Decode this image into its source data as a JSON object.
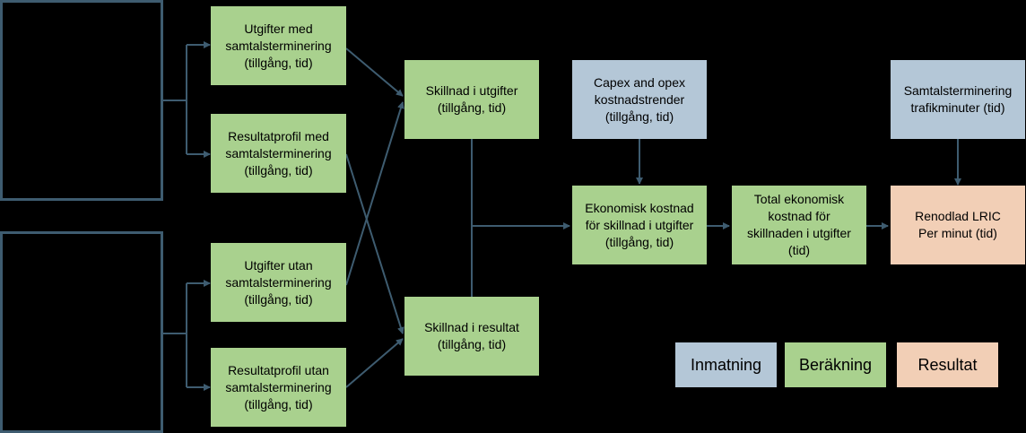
{
  "nodes": {
    "cost_with": "Utgifter med\nsamtalsterminering\n(tillgång, tid)",
    "profile_with": "Resultatprofil med\nsamtalsterminering\n(tillgång, tid)",
    "cost_without": "Utgifter utan\nsamtalsterminering\n(tillgång, tid)",
    "profile_without": "Resultatprofil utan\nsamtalsterminering\n(tillgång, tid)",
    "diff_cost": "Skillnad i utgifter\n(tillgång, tid)",
    "diff_result": "Skillnad i resultat\n(tillgång, tid)",
    "capex_opex": "Capex and opex\nkostnadstrender\n(tillgång, tid)",
    "econ_cost": "Ekonomisk kostnad\nför skillnad i utgifter\n(tillgång, tid)",
    "total_econ": "Total ekonomisk\nkostnad för\nskillnaden i utgifter\n(tid)",
    "traffic": "Samtalsterminering\ntrafikminuter (tid)",
    "lric": "Renodlad LRIC\nPer minut (tid)"
  },
  "legend": {
    "input": "Inmatning",
    "calc": "Beräkning",
    "result": "Resultat"
  },
  "colors": {
    "background": "#000000",
    "calculation": "#a9d18e",
    "input": "#b4c7d7",
    "result": "#f2cfb6",
    "connector": "#3e5c70"
  }
}
